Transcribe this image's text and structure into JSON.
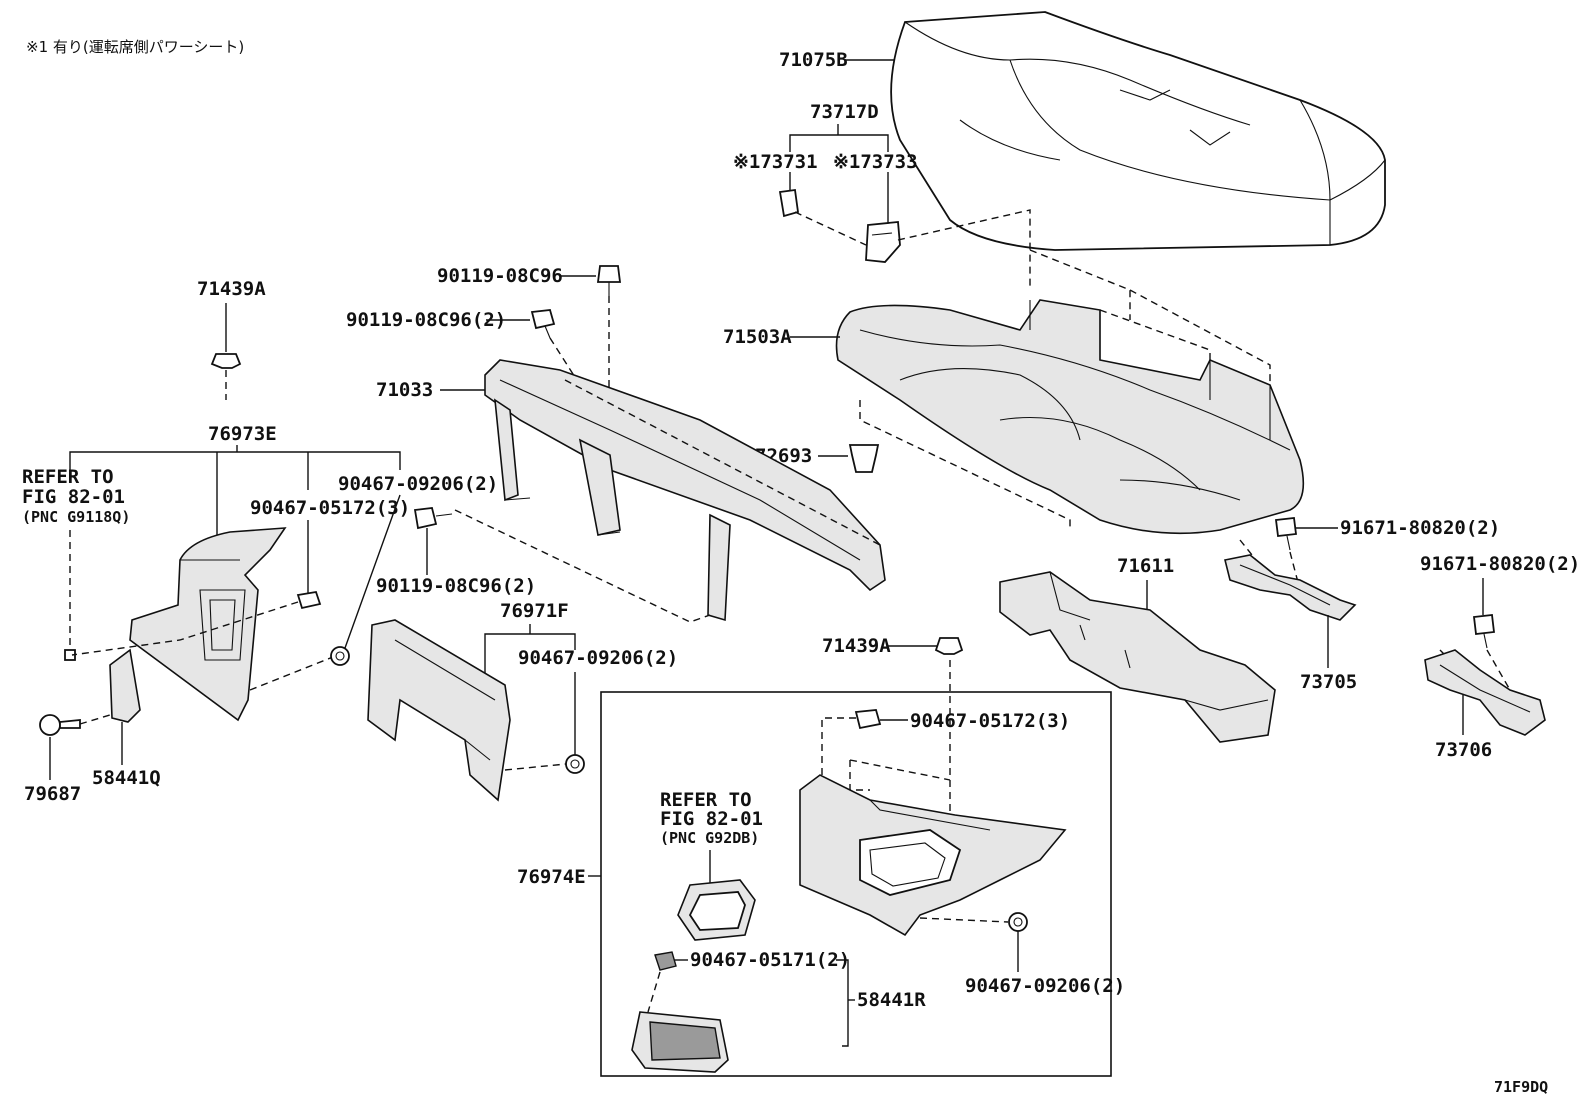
{
  "header_note": "※1 有り(運転席側パワーシート)",
  "figure_code": "71F9DQ",
  "labels": {
    "p71075B": "71075B",
    "p73717D": "73717D",
    "p73731": "※173731",
    "p73733": "※173733",
    "p71439A_top": "71439A",
    "p90119_single": "90119-08C96",
    "p90119_2a": "90119-08C96(2)",
    "p71503A": "71503A",
    "p71033": "71033",
    "p76973E": "76973E",
    "p72693": "72693",
    "refer_left_1": "REFER TO",
    "refer_left_2": "FIG 82-01",
    "refer_left_3": "(PNC G9118Q)",
    "p90467_09206_a": "90467-09206(2)",
    "p90467_05172_a": "90467-05172(3)",
    "p90119_2b": "90119-08C96(2)",
    "p91671_a": "91671-80820(2)",
    "p91671_b": "91671-80820(2)",
    "p71611": "71611",
    "p76971F": "76971F",
    "p90467_09206_b": "90467-09206(2)",
    "p71439A_mid": "71439A",
    "p73705": "73705",
    "p90467_05172_b": "90467-05172(3)",
    "p73706": "73706",
    "p79687": "79687",
    "p58441Q": "58441Q",
    "refer_box_1": "REFER TO",
    "refer_box_2": "FIG 82-01",
    "refer_box_3": "(PNC G92DB)",
    "p76974E": "76974E",
    "p90467_05171": "90467-05171(2)",
    "p58441R": "58441R",
    "p90467_09206_c": "90467-09206(2)"
  }
}
